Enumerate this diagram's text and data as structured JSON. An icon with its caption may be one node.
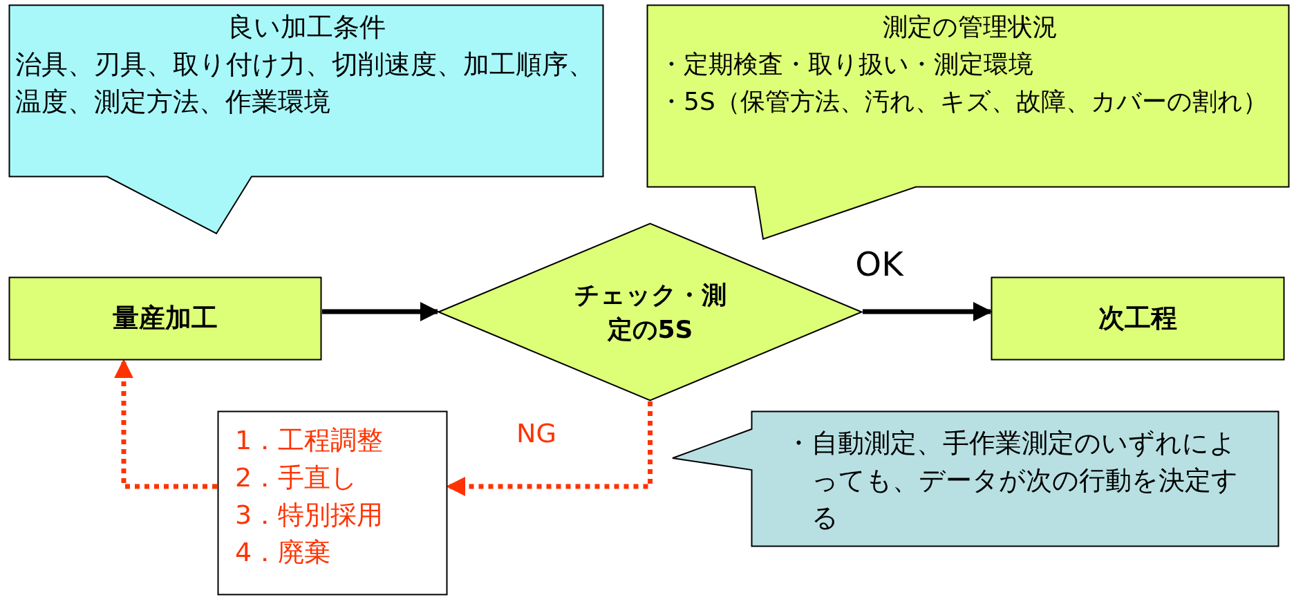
{
  "diagram": {
    "nodes": [
      {
        "text": [
          "良い加工条件",
          "治具、刃具、取り付け力、切削速度、加工順序、温度、測定方法、作業環境"
        ]
      },
      {
        "text": [
          "測定の管理状況",
          "・定期検査・取り扱い・測定環境",
          "・5S（保管方法、汚れ、キズ、故障、カバーの割れ）"
        ]
      },
      {
        "text": [
          "量産加工"
        ]
      },
      {
        "text": [
          "チェック・測定の5S"
        ]
      },
      {
        "text": [
          "次工程"
        ]
      },
      {
        "text": [
          "1．工程調整",
          "2．手直し",
          "3．特別採用",
          "4．廃棄"
        ]
      },
      {
        "text": [
          "・自動測定、手作業測定のいずれによっても、データが次の行動を決定する"
        ]
      }
    ],
    "edges": [
      {
        "from": 2,
        "to": 3,
        "arrow": "to"
      },
      {
        "from": 3,
        "to": 4,
        "arrow": "to",
        "label": "OK"
      },
      {
        "from": 3,
        "to": 5,
        "arrow": "to",
        "label": "NG",
        "style": "dashed",
        "color": "#ff3300"
      },
      {
        "from": 5,
        "to": 2,
        "arrow": "to",
        "style": "dashed",
        "color": "#ff3300"
      }
    ]
  }
}
